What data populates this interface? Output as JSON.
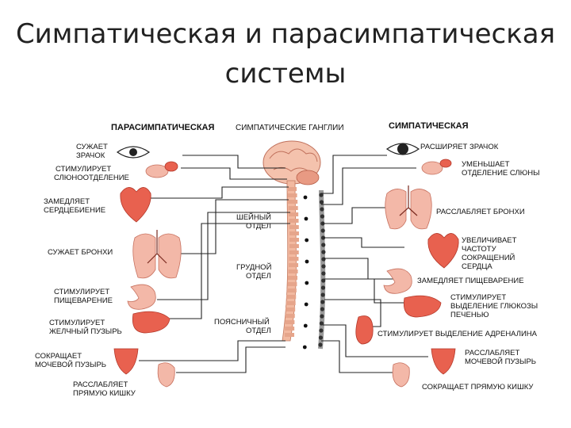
{
  "title": {
    "line1": "Симпатическая и парасимпатическая",
    "line2": "системы"
  },
  "headers": {
    "parasympathetic": "ПАРАСИМПАТИЧЕСКАЯ",
    "ganglia": "СИМПАТИЧЕСКИЕ ГАНГЛИИ",
    "sympathetic": "СИМПАТИЧЕСКАЯ"
  },
  "sections": {
    "cervical": [
      "ШЕЙНЫЙ",
      "ОТДЕЛ"
    ],
    "thoracic": [
      "ГРУДНОЙ",
      "ОТДЕЛ"
    ],
    "lumbar": [
      "ПОЯСНИЧНЫЙ",
      "ОТДЕЛ"
    ]
  },
  "parasympathetic_effects": [
    [
      "СУЖАЕТ",
      "ЗРАЧОК"
    ],
    [
      "СТИМУЛИРУЕТ",
      "СЛЮНООТДЕЛЕНИЕ"
    ],
    [
      "ЗАМЕДЛЯЕТ",
      "СЕРДЦЕБИЕНИЕ"
    ],
    [
      "СУЖАЕТ БРОНХИ"
    ],
    [
      "СТИМУЛИРУЕТ",
      "ПИЩЕВАРЕНИЕ"
    ],
    [
      "СТИМУЛИРУЕТ",
      "ЖЕЛЧНЫЙ ПУЗЫРЬ"
    ],
    [
      "СОКРАЩАЕТ",
      "МОЧЕВОЙ ПУЗЫРЬ"
    ],
    [
      "РАССЛАБЛЯЕТ",
      "ПРЯМУЮ КИШКУ"
    ]
  ],
  "sympathetic_effects": [
    [
      "РАСШИРЯЕТ ЗРАЧОК"
    ],
    [
      "УМЕНЬШАЕТ",
      "ОТДЕЛЕНИЕ СЛЮНЫ"
    ],
    [
      "РАССЛАБЛЯЕТ БРОНХИ"
    ],
    [
      "УВЕЛИЧИВАЕТ",
      "ЧАСТОТУ",
      "СОКРАЩЕНИЙ",
      "СЕРДЦА"
    ],
    [
      "ЗАМЕДЛЯЕТ ПИЩЕВАРЕНИЕ"
    ],
    [
      "СТИМУЛИРУЕТ",
      "ВЫДЕЛЕНИЕ ГЛЮКОЗЫ",
      "ПЕЧЕНЬЮ"
    ],
    [
      "СТИМУЛИРУЕТ ВЫДЕЛЕНИЕ АДРЕНАЛИНА"
    ],
    [
      "РАССЛАБЛЯЕТ",
      "МОЧЕВОЙ ПУЗЫРЬ"
    ],
    [
      "СОКРАЩАЕТ ПРЯМУЮ КИШКУ"
    ]
  ],
  "colors": {
    "organ": "#e8614f",
    "spine": "#f2b9a0",
    "ganglia_chain": "#9a9a9a",
    "wire": "#222222"
  }
}
